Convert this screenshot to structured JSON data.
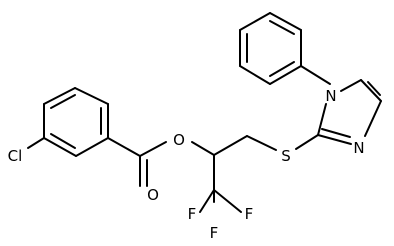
{
  "structure": {
    "atoms": {
      "chlorine": "Cl",
      "ester_oxygen": "O",
      "carbonyl_oxygen": "O",
      "sulfur": "S",
      "imidazole_n1": "N",
      "imidazole_n3": "N",
      "fluorine_1": "F",
      "fluorine_2": "F",
      "fluorine_3": "F"
    },
    "colors": {
      "bond": "#000000",
      "label": "#000000",
      "background": "#ffffff"
    }
  }
}
